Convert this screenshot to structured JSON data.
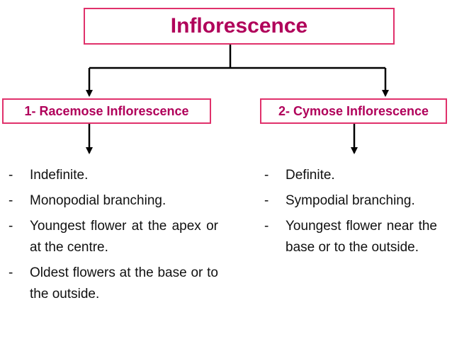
{
  "diagram": {
    "title": "Inflorescence",
    "branches": [
      {
        "heading": "1- Racemose Inflorescence",
        "items": [
          {
            "dash": "-",
            "text": "Indefinite."
          },
          {
            "dash": "-",
            "text": "Monopodial branching."
          },
          {
            "dash": "-",
            "text": "Youngest flower at the apex or at the centre."
          },
          {
            "dash": "-",
            "text": "Oldest flowers at the base or to the outside."
          }
        ]
      },
      {
        "heading": "2- Cymose Inflorescence",
        "items": [
          {
            "dash": "-",
            "text": "Definite."
          },
          {
            "dash": "-",
            "text": "Sympodial branching."
          },
          {
            "dash": "-",
            "text": "Youngest flower near the base or to the outside."
          }
        ]
      }
    ]
  },
  "colors": {
    "box_border": "#e0316b",
    "box_text": "#b0005a",
    "body_text": "#111111",
    "connector": "#000000"
  }
}
